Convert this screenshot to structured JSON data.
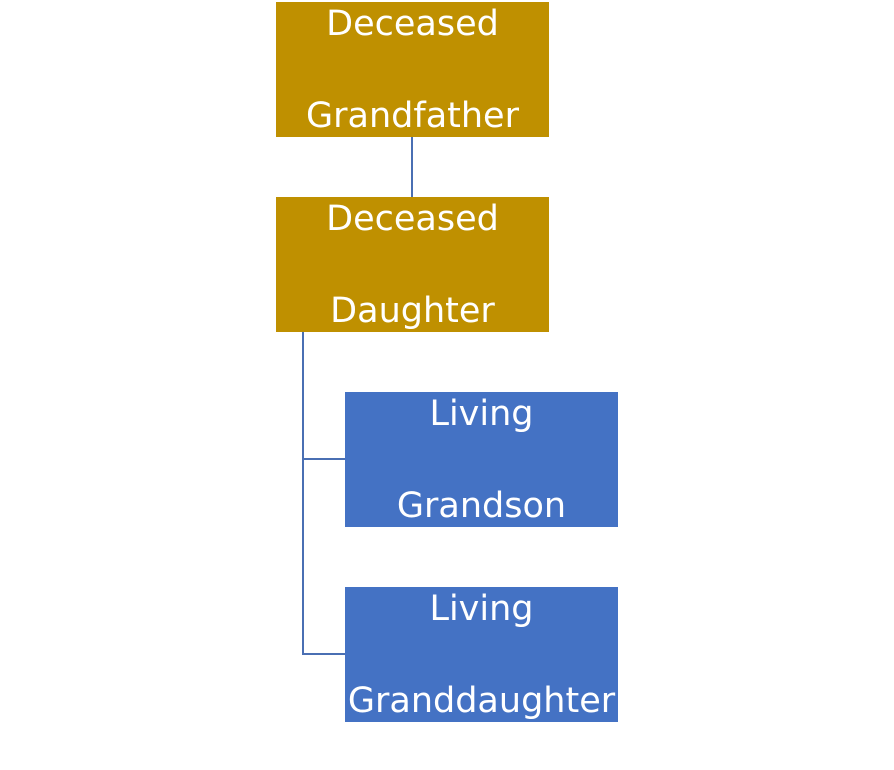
{
  "colors": {
    "deceased": "#bf9000",
    "living": "#4472c4",
    "connector": "#4a6fb3",
    "text": "#ffffff"
  },
  "nodes": {
    "grandfather": {
      "line1": "Deceased",
      "line2": "Grandfather"
    },
    "daughter": {
      "line1": "Deceased",
      "line2": "Daughter"
    },
    "grandson": {
      "line1": "Living",
      "line2": "Grandson"
    },
    "granddaughter": {
      "line1": "Living",
      "line2": "Granddaughter"
    }
  }
}
